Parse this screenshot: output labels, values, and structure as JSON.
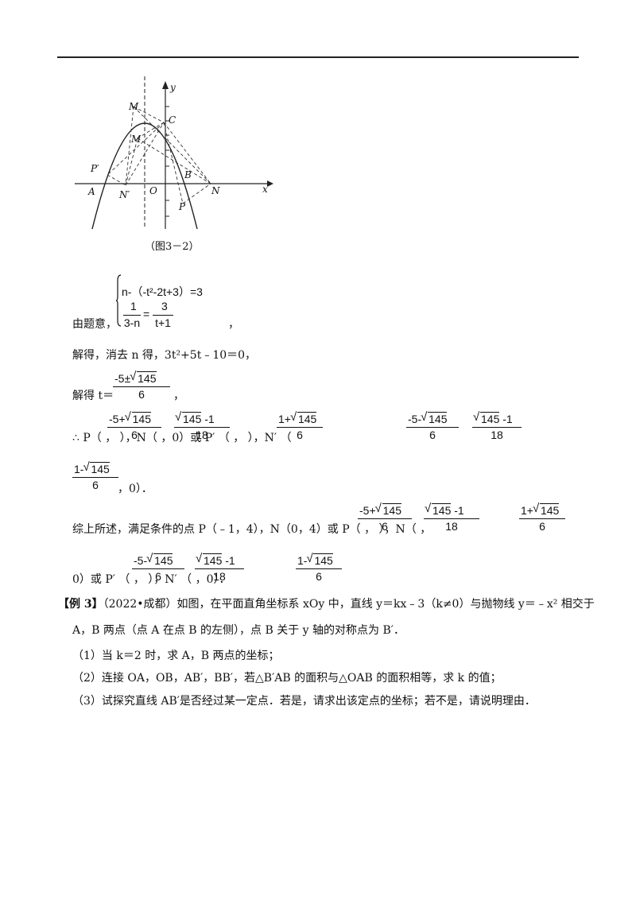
{
  "figure": {
    "caption": "（图3－2）",
    "labels": {
      "y": "y",
      "x": "x",
      "M1": "M",
      "M2": "M",
      "C": "C",
      "P_prime": "P′",
      "B": "B",
      "N": "N",
      "A": "A",
      "N_prime": "N′",
      "O": "O",
      "P": "P"
    }
  },
  "system": {
    "eq1": "n-（-t²-2t+3）=3",
    "eq2_num_left": "1",
    "eq2_den_left": "3-n",
    "eq2_eq": "=",
    "eq2_num_right": "3",
    "eq2_den_right": "t+1",
    "prefix": "由题意，",
    "suffix": "，"
  },
  "text": {
    "line_solve1": "解得，消去 n 得，3t²+5t﹣10＝0，",
    "line_solve2_prefix": "解得 t＝",
    "line_solve2_suffix": "，",
    "sol_t_num_pre": "-5±",
    "sol_t_rad": "145",
    "sol_t_den": "6",
    "therefore_line": "∴ P（                 ，                    ），N（           ，0）或 P′  （                 ，                 ），N′  （",
    "cont_line": "，0）．",
    "summary_line": "综上所述，满足条件的点 P（﹣1，4），N（0，4）或 P（                 ，                    ），N（                 ，",
    "final_line": "0）或 P′  （                ，                  ），N′  （                ，0）．",
    "ex3_label": "【例 3】",
    "ex3_line1": "（2022•成都）如图，在平面直角坐标系 xOy 中，直线 y＝kx﹣3（k≠0）与抛物线 y＝﹣x² 相交于",
    "ex3_line2": "A，B 两点（点 A 在点 B 的左侧），点 B 关于 y 轴的对称点为 B′．",
    "q1": "（1）当 k＝2 时，求 A，B 两点的坐标；",
    "q2": "（2）连接 OA，OB，AB′，BB′，若△B′AB 的面积与△OAB 的面积相等，求 k 的值；",
    "q3": "（3）试探究直线 AB′是否经过某一定点．若是，请求出该定点的坐标；若不是，请说明理由．"
  },
  "fracs": {
    "p_x_num_pre": "-5+",
    "rad": "145",
    "six": "6",
    "eighteen": "18",
    "p_y_num_post": " -1",
    "n_x_num_pre": "1+",
    "pp_x_num_pre": "-5-",
    "np_num_pre": "1-"
  }
}
